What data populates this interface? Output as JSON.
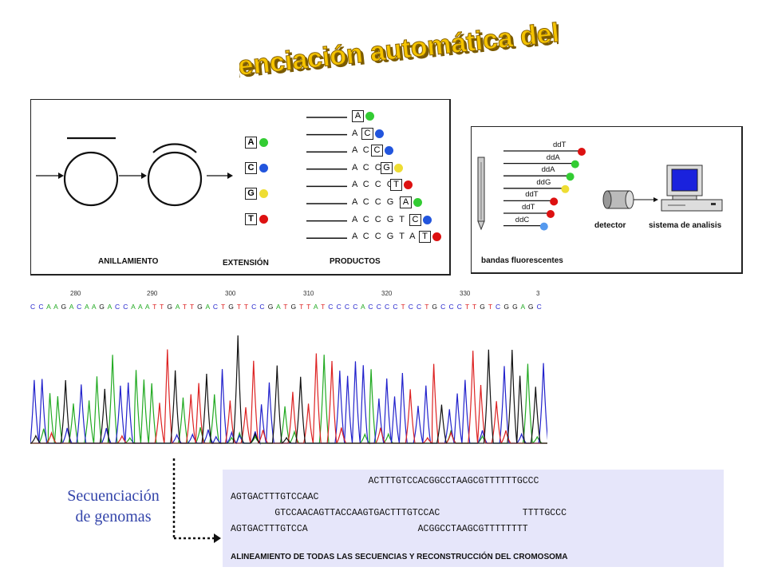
{
  "title": "Secuenciación automática del ADN",
  "panel1": {
    "labels": {
      "annealing": "ANILLAMIENTO",
      "extension": "EXTENSIÓN",
      "products": "PRODUCTOS"
    },
    "bases": [
      {
        "letter": "A",
        "color": "#33cc33"
      },
      {
        "letter": "C",
        "color": "#2255dd"
      },
      {
        "letter": "G",
        "color": "#eedd33"
      },
      {
        "letter": "T",
        "color": "#dd1111"
      }
    ],
    "products": [
      {
        "prefix": "",
        "last": "A",
        "color": "#33cc33"
      },
      {
        "prefix": "A",
        "last": "C",
        "color": "#2255dd"
      },
      {
        "prefix": "A C",
        "last": "C",
        "color": "#2255dd"
      },
      {
        "prefix": "A C C",
        "last": "G",
        "color": "#eedd33"
      },
      {
        "prefix": "A C C G",
        "last": "T",
        "color": "#dd1111"
      },
      {
        "prefix": "A C C G T",
        "last": "A",
        "color": "#33cc33"
      },
      {
        "prefix": "A C C G T A",
        "last": "C",
        "color": "#2255dd"
      },
      {
        "prefix": "A C C G T A C",
        "last": "T",
        "color": "#dd1111"
      }
    ]
  },
  "panel2": {
    "bands": [
      {
        "label": "ddT",
        "color": "#dd1111"
      },
      {
        "label": "ddA",
        "color": "#33cc33"
      },
      {
        "label": "ddA",
        "color": "#33cc33"
      },
      {
        "label": "ddG",
        "color": "#eedd33"
      },
      {
        "label": "ddT",
        "color": "#dd1111"
      },
      {
        "label": "ddT",
        "color": "#dd1111"
      },
      {
        "label": "ddC",
        "color": "#5599ee"
      }
    ],
    "labels": {
      "bands": "bandas fluorescentes",
      "detector": "detector",
      "system": "sistema de analisis"
    }
  },
  "ruler": {
    "numbers": [
      "280",
      "290",
      "300",
      "310",
      "320",
      "330",
      "3"
    ],
    "sequence": "CCAAGACAAGACCAAATTGATTGACTGTTCCGATGTTATCCCCACCCCTCCTGCCCTTGTCGGAGC"
  },
  "chromatogram_colors": {
    "A": "#22aa22",
    "C": "#2222cc",
    "G": "#111111",
    "T": "#dd2222"
  },
  "genome": {
    "label_line1": "Secuenciación",
    "label_line2": "de genomas",
    "lines": [
      "                         ACTTTGTCCACGGCCTAAGCGTTTTTTGCCC",
      "AGTGACTTTGTCCAAC",
      "        GTCCAACAGTTACCAAGTGACTTTGTCCAC               TTTTGCCC",
      "AGTGACTTTGTCCA                    ACGGCCTAAGCGTTTTTTTT"
    ],
    "caption": "ALINEAMIENTO DE TODAS LAS SECUENCIAS Y RECONSTRUCCIÓN  DEL CROMOSOMA"
  }
}
